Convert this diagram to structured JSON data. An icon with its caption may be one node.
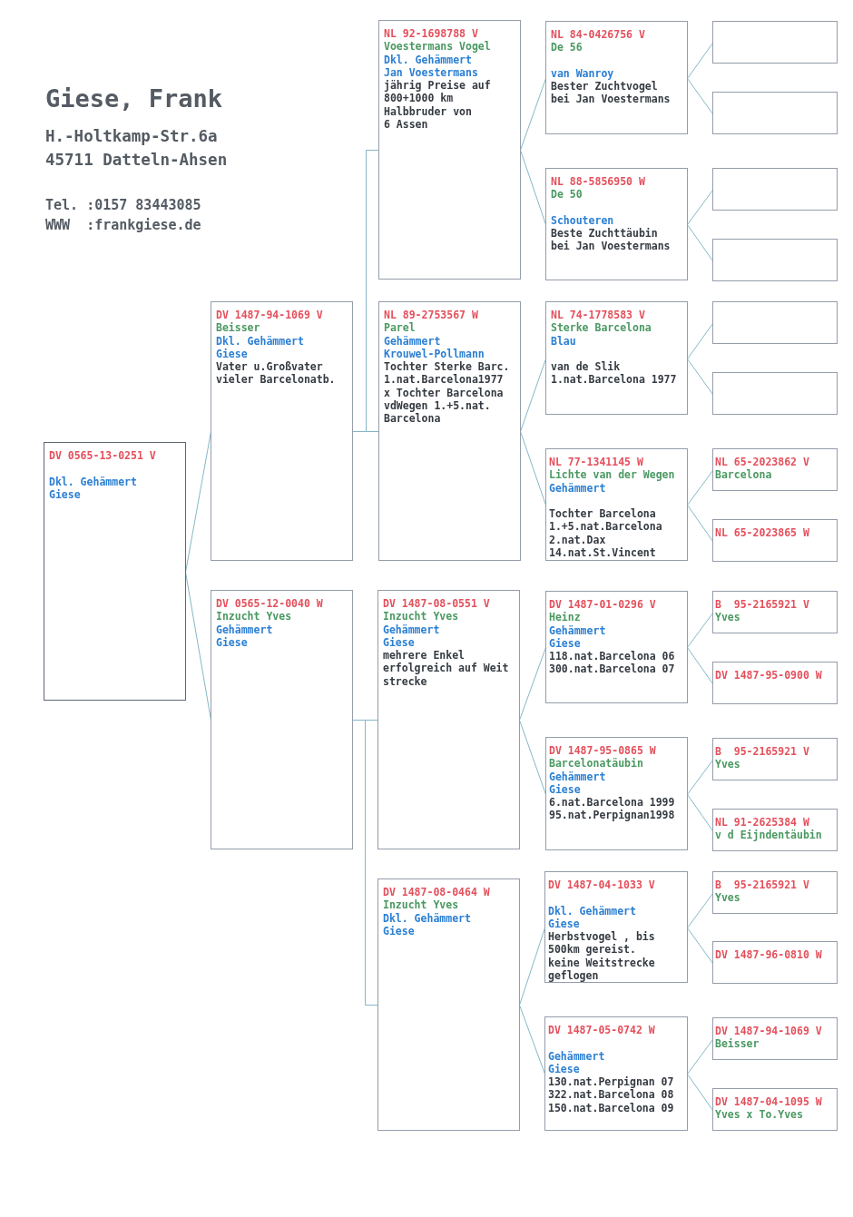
{
  "diagram": {
    "title": "Giese, Frank",
    "labels": [
      "H.-Holtkamp-Str.6a",
      "45711 Datteln-Ahsen",
      "Tel. :0157 83443085",
      "WWW  :frankgiese.de"
    ],
    "nodes": [
      {
        "text": [
          "DV 0565-13-0251 V",
          "Dkl. Gehämmert",
          "Giese"
        ]
      },
      {
        "text": [
          "DV 1487-94-1069 V",
          "Beisser",
          "Dkl. Gehämmert",
          "Giese",
          "Vater u.Großvater",
          "vieler Barcelonatb."
        ]
      },
      {
        "text": [
          "DV 0565-12-0040 W",
          "Inzucht Yves",
          "Gehämmert",
          "Giese"
        ]
      },
      {
        "text": [
          "NL 92-1698788 V",
          "Voestermans Vogel",
          "Dkl. Gehämmert",
          "Jan Voestermans",
          "jährig Preise auf",
          "800+1000 km",
          "Halbbruder von",
          "6 Assen"
        ]
      },
      {
        "text": [
          "NL 89-2753567 W",
          "Parel",
          "Gehämmert",
          "Krouwel-Pollmann",
          "Tochter Sterke Barc.",
          "1.nat.Barcelona1977",
          "x Tochter Barcelona",
          "vdWegen 1.+5.nat.",
          "Barcelona"
        ]
      },
      {
        "text": [
          "DV 1487-08-0551 V",
          "Inzucht Yves",
          "Gehämmert",
          "Giese",
          "mehrere Enkel",
          "erfolgreich auf Weit",
          "strecke"
        ]
      },
      {
        "text": [
          "DV 1487-08-0464 W",
          "Inzucht Yves",
          "Dkl. Gehämmert",
          "Giese"
        ]
      },
      {
        "text": [
          "NL 84-0426756 V",
          "De 56",
          "van Wanroy",
          "Bester Zuchtvogel",
          "bei Jan Voestermans"
        ]
      },
      {
        "text": [
          "NL 88-5856950 W",
          "De 50",
          "Schouteren",
          "Beste Zuchttäubin",
          "bei Jan Voestermans"
        ]
      },
      {
        "text": [
          "NL 74-1778583 V",
          "Sterke Barcelona",
          "Blau",
          "van de Slik",
          "1.nat.Barcelona 1977"
        ]
      },
      {
        "text": [
          "NL 77-1341145 W",
          "Lichte van der Wegen",
          "Gehämmert",
          "Tochter Barcelona",
          "1.+5.nat.Barcelona",
          "2.nat.Dax",
          "14.nat.St.Vincent"
        ]
      },
      {
        "text": [
          "DV 1487-01-0296 V",
          "Heinz",
          "Gehämmert",
          "Giese",
          "118.nat.Barcelona 06",
          "300.nat.Barcelona 07"
        ]
      },
      {
        "text": [
          "DV 1487-95-0865 W",
          "Barcelonatäubin",
          "Gehämmert",
          "Giese",
          "6.nat.Barcelona 1999",
          "95.nat.Perpignan1998"
        ]
      },
      {
        "text": [
          "DV 1487-04-1033 V",
          "Dkl. Gehämmert",
          "Giese",
          "Herbstvogel , bis",
          "500km gereist.",
          "keine Weitstrecke",
          "geflogen"
        ]
      },
      {
        "text": [
          "DV 1487-05-0742 W",
          "Gehämmert",
          "Giese",
          "130.nat.Perpignan 07",
          "322.nat.Barcelona 08",
          "150.nat.Barcelona 09"
        ]
      },
      {
        "text": [],
        "shape": "box"
      },
      {
        "text": [],
        "shape": "box"
      },
      {
        "text": [],
        "shape": "box"
      },
      {
        "text": [],
        "shape": "box"
      },
      {
        "text": [],
        "shape": "box"
      },
      {
        "text": [],
        "shape": "box"
      },
      {
        "text": [
          "NL 65-2023862 V",
          "Barcelona"
        ]
      },
      {
        "text": [
          "NL 65-2023865 W"
        ]
      },
      {
        "text": [
          "B  95-2165921 V",
          "Yves"
        ]
      },
      {
        "text": [
          "DV 1487-95-0900 W"
        ]
      },
      {
        "text": [
          "B  95-2165921 V",
          "Yves"
        ]
      },
      {
        "text": [
          "NL 91-2625384 W",
          "v d Eijndentäubin"
        ]
      },
      {
        "text": [
          "B  95-2165921 V",
          "Yves"
        ]
      },
      {
        "text": [
          "DV 1487-96-0810 W"
        ]
      },
      {
        "text": [
          "DV 1487-94-1069 V",
          "Beisser"
        ]
      },
      {
        "text": [
          "DV 1487-04-1095 W",
          "Yves x To.Yves"
        ]
      }
    ],
    "edges": [
      {
        "from": 0,
        "to": 1,
        "arrow": "none"
      },
      {
        "from": 0,
        "to": 2,
        "arrow": "none"
      },
      {
        "from": 1,
        "to": 3,
        "arrow": "none"
      },
      {
        "from": 1,
        "to": 4,
        "arrow": "none"
      },
      {
        "from": 2,
        "to": 5,
        "arrow": "none"
      },
      {
        "from": 2,
        "to": 6,
        "arrow": "none"
      },
      {
        "from": 3,
        "to": 7,
        "arrow": "none"
      },
      {
        "from": 3,
        "to": 8,
        "arrow": "none"
      },
      {
        "from": 4,
        "to": 9,
        "arrow": "none"
      },
      {
        "from": 4,
        "to": 10,
        "arrow": "none"
      },
      {
        "from": 5,
        "to": 11,
        "arrow": "none"
      },
      {
        "from": 5,
        "to": 12,
        "arrow": "none"
      },
      {
        "from": 6,
        "to": 13,
        "arrow": "none"
      },
      {
        "from": 6,
        "to": 14,
        "arrow": "none"
      },
      {
        "from": 7,
        "to": 15,
        "arrow": "none"
      },
      {
        "from": 7,
        "to": 16,
        "arrow": "none"
      },
      {
        "from": 8,
        "to": 17,
        "arrow": "none"
      },
      {
        "from": 8,
        "to": 18,
        "arrow": "none"
      },
      {
        "from": 9,
        "to": 19,
        "arrow": "none"
      },
      {
        "from": 9,
        "to": 20,
        "arrow": "none"
      },
      {
        "from": 10,
        "to": 21,
        "arrow": "none"
      },
      {
        "from": 10,
        "to": 22,
        "arrow": "none"
      },
      {
        "from": 11,
        "to": 23,
        "arrow": "none"
      },
      {
        "from": 11,
        "to": 24,
        "arrow": "none"
      },
      {
        "from": 12,
        "to": 25,
        "arrow": "none"
      },
      {
        "from": 12,
        "to": 26,
        "arrow": "none"
      },
      {
        "from": 13,
        "to": 27,
        "arrow": "none"
      },
      {
        "from": 13,
        "to": 28,
        "arrow": "none"
      },
      {
        "from": 14,
        "to": 29,
        "arrow": "none"
      },
      {
        "from": 14,
        "to": 30,
        "arrow": "none"
      }
    ]
  }
}
